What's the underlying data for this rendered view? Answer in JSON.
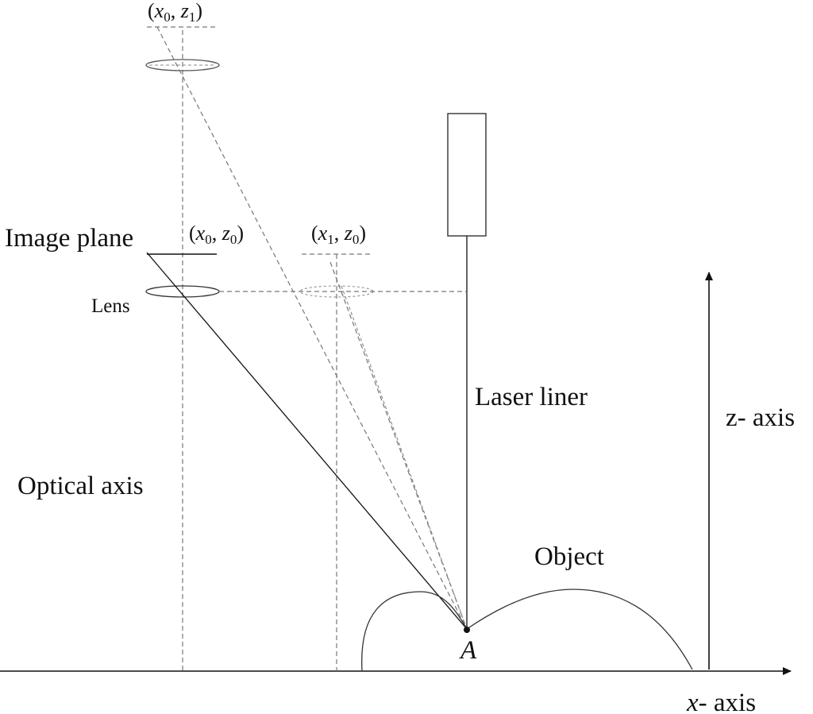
{
  "labels": {
    "image_plane": "Image plane",
    "lens": "Lens",
    "optical_axis": "Optical axis",
    "laser_liner": "Laser liner",
    "object": "Object",
    "z_axis": "z- axis",
    "x_axis_var": "x",
    "x_axis_rest": "- axis",
    "point_a": "A"
  },
  "coords": {
    "top": {
      "x_var": "x",
      "x_sub": "0",
      "z_var": "z",
      "z_sub": "1"
    },
    "left": {
      "x_var": "x",
      "x_sub": "0",
      "z_var": "z",
      "z_sub": "0"
    },
    "right": {
      "x_var": "x",
      "x_sub": "1",
      "z_var": "z",
      "z_sub": "0"
    }
  },
  "colors": {
    "ink": "#111111",
    "dashed": "#777777",
    "faint": "#999999"
  }
}
